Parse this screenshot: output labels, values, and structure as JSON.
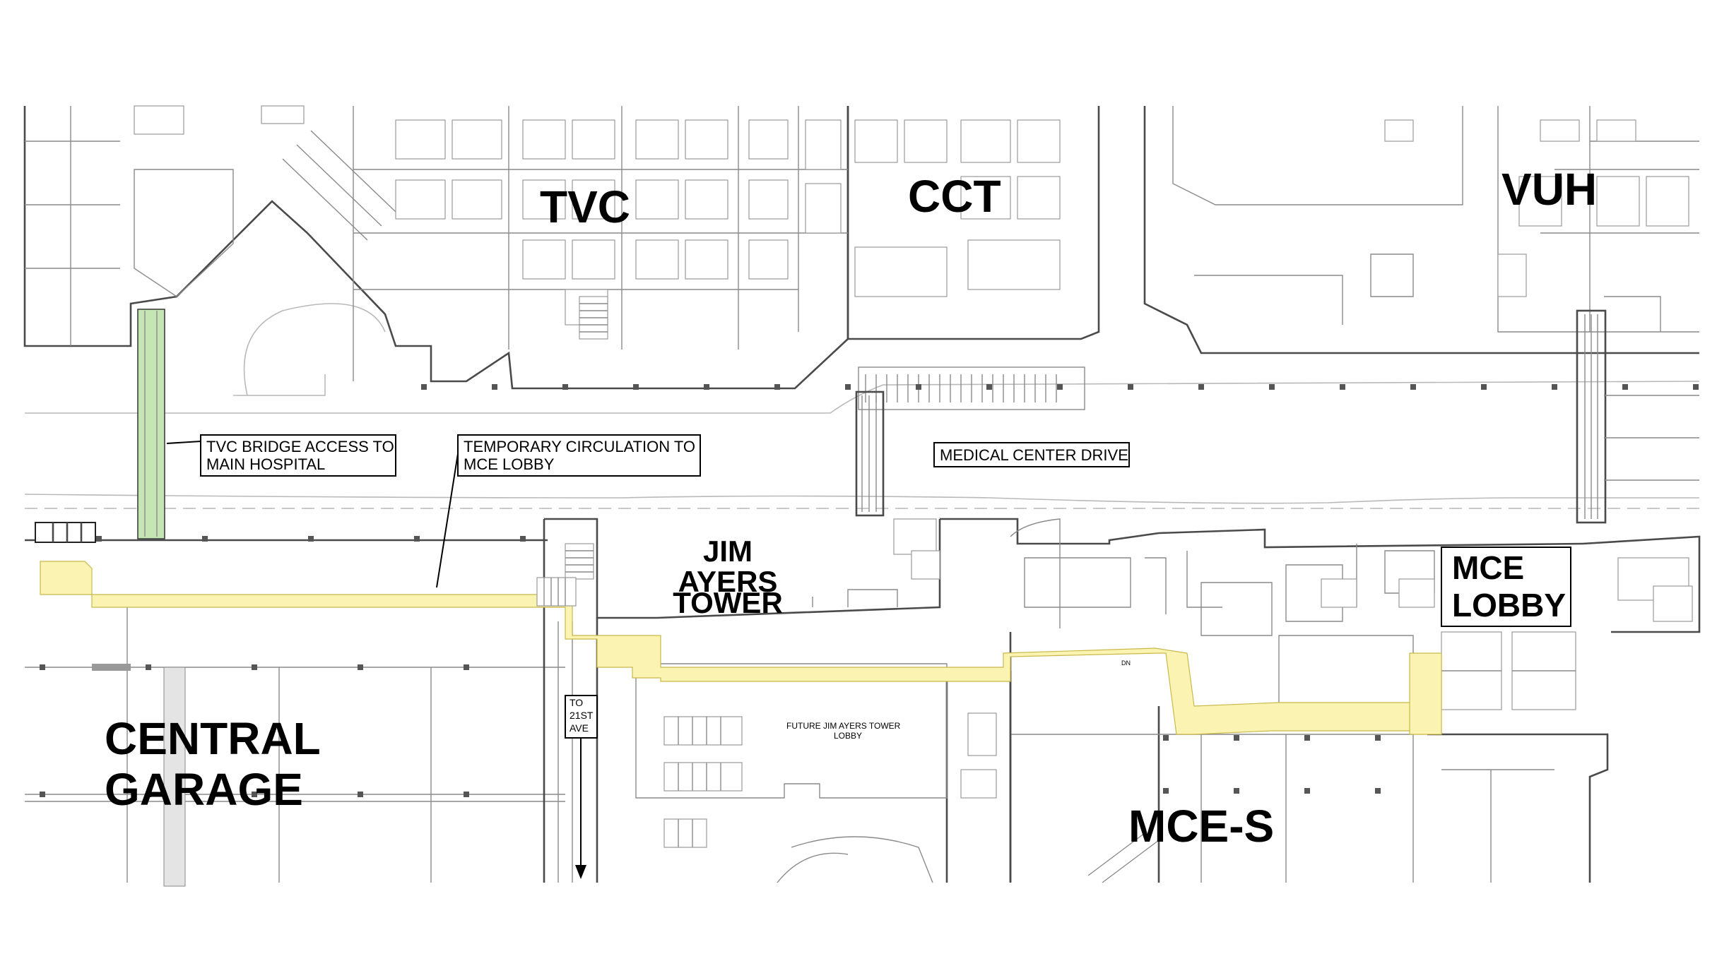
{
  "buildings": {
    "tvc": "TVC",
    "cct": "CCT",
    "vuh": "VUH",
    "jim_ayers_tower": [
      "JIM",
      "AYERS",
      "TOWER"
    ],
    "mce_lobby": [
      "MCE",
      "LOBBY"
    ],
    "central_garage": [
      "CENTRAL",
      "GARAGE"
    ],
    "mce_s": "MCE-S"
  },
  "callouts": {
    "tvc_bridge": [
      "TVC BRIDGE ACCESS TO",
      "MAIN HOSPITAL"
    ],
    "temp_circulation": [
      "TEMPORARY CIRCULATION TO",
      "MCE LOBBY"
    ],
    "medical_center_drive": "MEDICAL CENTER DRIVE"
  },
  "signs": {
    "to_21st_ave": [
      "TO",
      "21ST",
      "AVE"
    ],
    "future_lobby": [
      "FUTURE JIM AYERS TOWER",
      "LOBBY"
    ],
    "dn": "DN"
  },
  "colors": {
    "temporary_circulation_fill": "#fbf3b2",
    "bridge_access_fill": "#c5e5b5",
    "wall": "#8a8a8a",
    "label": "#000000"
  }
}
